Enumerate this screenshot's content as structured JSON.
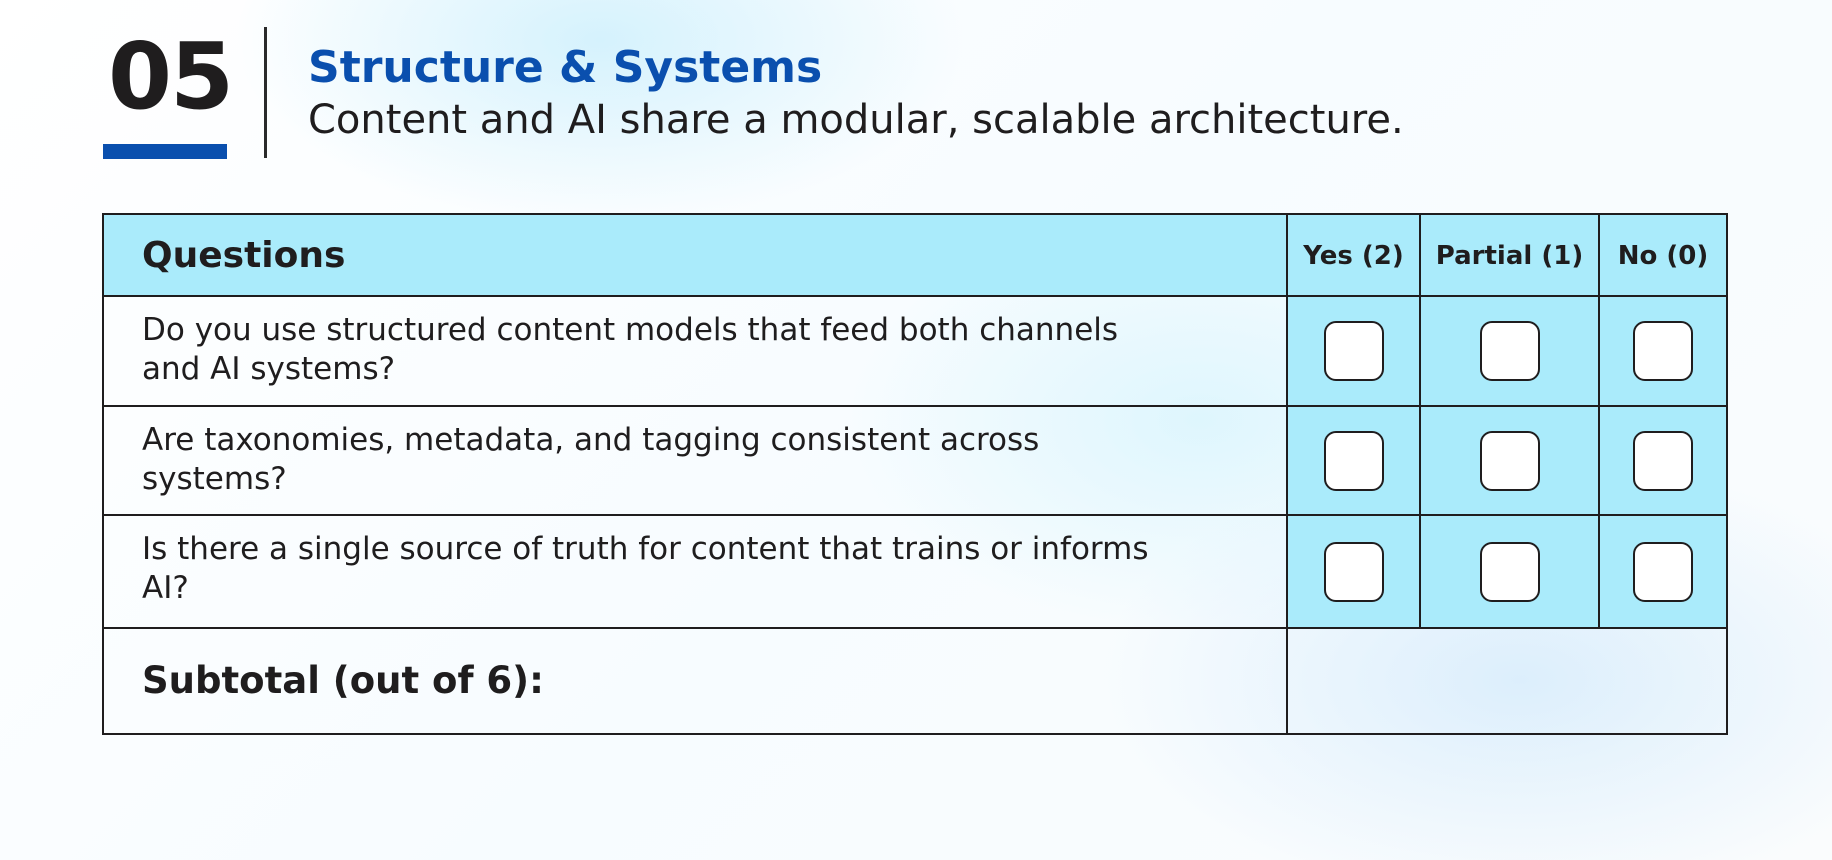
{
  "header": {
    "section_number": "05",
    "title": "Structure & Systems",
    "subtitle": "Content and AI share a modular, scalable architecture."
  },
  "table": {
    "columns": {
      "questions": "Questions",
      "yes": "Yes (2)",
      "partial": "Partial (1)",
      "no": "No (0)"
    },
    "rows": [
      {
        "question": "Do you use structured content models that feed both channels and AI systems?",
        "yes_checked": false,
        "partial_checked": false,
        "no_checked": false
      },
      {
        "question": "Are taxonomies, metadata, and tagging consistent across systems?",
        "yes_checked": false,
        "partial_checked": false,
        "no_checked": false
      },
      {
        "question": "Is there a single source of truth for content that trains or informs AI?",
        "yes_checked": false,
        "partial_checked": false,
        "no_checked": false
      }
    ],
    "subtotal_label": "Subtotal (out of 6):",
    "subtotal_value": ""
  },
  "colors": {
    "accent_blue": "#0a4fae",
    "header_fill": "#aaebfb",
    "text": "#1f1d1e",
    "border": "#1f1d1e"
  }
}
